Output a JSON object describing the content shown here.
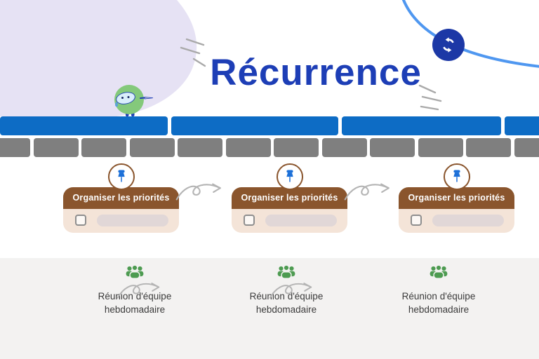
{
  "title": "Récurrence",
  "hero": {
    "sync_icon": "sync-icon",
    "mascot": "green-mascot-character"
  },
  "task_cards": {
    "count": 3,
    "label": "Organiser les priorités",
    "pin_icon": "pushpin-icon",
    "checkbox_checked": false
  },
  "meetings": {
    "count": 3,
    "line1": "Réunion d'équipe",
    "line2": "hebdomadaire",
    "icon": "group-people-icon"
  },
  "colors": {
    "title_blue": "#1d3eb6",
    "brick_blue": "#0d6cc5",
    "brick_gray": "#7f7f7f",
    "card_brown": "#8a552d",
    "card_cream": "#f4e4d8",
    "pin_blue": "#1b6fd8",
    "mascot_green": "#84c97b",
    "people_green": "#4d9b51",
    "footer_bg": "#f3f2f1",
    "arc_blue": "#4f97f0",
    "badge_navy": "#1c38a6",
    "blob_lavender": "#e6e2f4",
    "arrow_gray": "#b4b4b4"
  }
}
